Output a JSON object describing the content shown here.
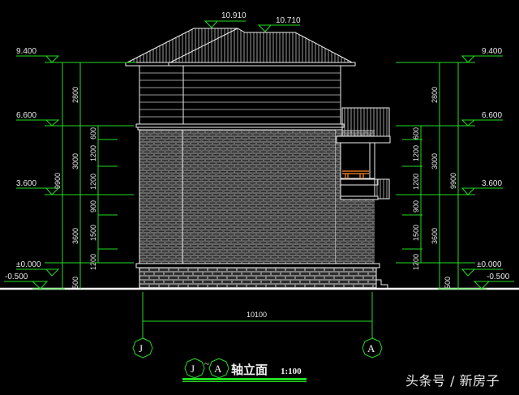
{
  "drawing": {
    "title_axis_start": "J",
    "title_axis_sep": "~",
    "title_axis_end": "A",
    "title_text": "轴立面",
    "scale": "1:100",
    "axis_left_label": "J",
    "axis_right_label": "A",
    "overall_width_dim": "10100",
    "colors": {
      "background": "#000000",
      "dimension": "#22dd22",
      "building": "#f0f0f0",
      "railing": "#ff8822"
    }
  },
  "left_dimensions": {
    "elevations": [
      {
        "label": "9.400"
      },
      {
        "label": "6.600"
      },
      {
        "label": "3.600"
      },
      {
        "label": "±0.000"
      },
      {
        "label": "-0.500"
      }
    ],
    "outer_chain": [
      {
        "label": "9900"
      }
    ],
    "middle_chain": [
      {
        "label": "2800"
      },
      {
        "label": "3000"
      },
      {
        "label": "3600"
      },
      {
        "label": "500"
      }
    ],
    "inner_chain": [
      {
        "label": "600"
      },
      {
        "label": "1200"
      },
      {
        "label": "1200"
      },
      {
        "label": "900"
      },
      {
        "label": "1500"
      },
      {
        "label": "1200"
      }
    ]
  },
  "right_dimensions": {
    "elevations": [
      {
        "label": "9.400"
      },
      {
        "label": "6.600"
      },
      {
        "label": "3.600"
      },
      {
        "label": "±0.000"
      },
      {
        "label": "-0.500"
      }
    ],
    "outer_chain": [
      {
        "label": "9900"
      }
    ],
    "middle_chain": [
      {
        "label": "2800"
      },
      {
        "label": "3000"
      },
      {
        "label": "3600"
      },
      {
        "label": "500"
      }
    ],
    "inner_chain": [
      {
        "label": "600"
      },
      {
        "label": "1200"
      },
      {
        "label": "1200"
      },
      {
        "label": "900"
      },
      {
        "label": "1500"
      },
      {
        "label": "1200"
      }
    ]
  },
  "roof": {
    "ridge_high": "10.910",
    "ridge_low": "10.710"
  },
  "watermark": "头条号 / 新房子"
}
